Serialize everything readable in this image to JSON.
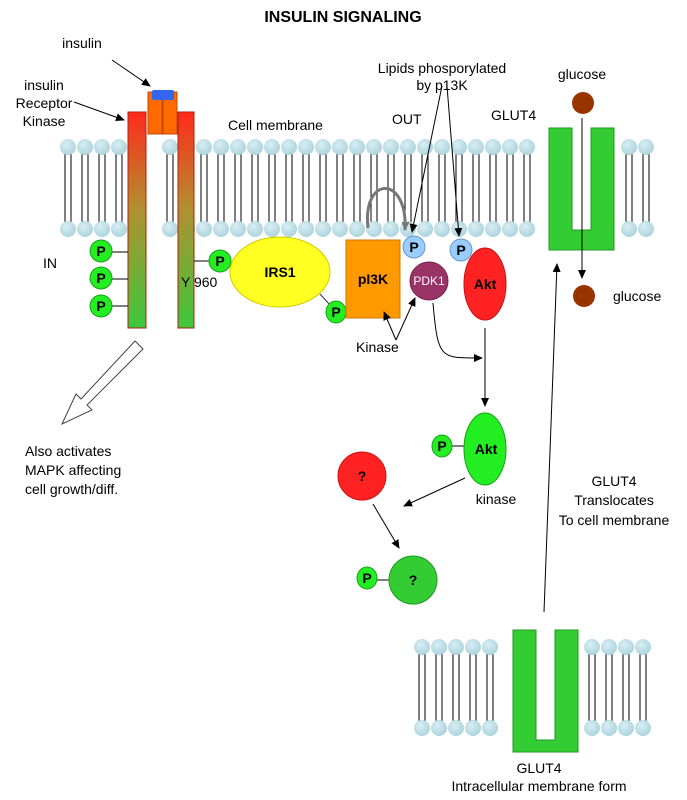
{
  "title": "INSULIN SIGNALING",
  "labels": {
    "insulin": "insulin",
    "receptor_line1": "insulin",
    "receptor_line2": "Receptor",
    "receptor_line3": "Kinase",
    "cell_membrane": "Cell membrane",
    "out": "OUT",
    "in": "IN",
    "lipids_line1": "Lipids phosporylated",
    "lipids_line2": "by p13K",
    "glut4_top": "GLUT4",
    "glucose_out": "glucose",
    "glucose_in": "glucose",
    "y960": "Y 960",
    "kinase_pi3k": "Kinase",
    "mapk_line1": "Also activates",
    "mapk_line2": "MAPK affecting",
    "mapk_line3": "cell growth/diff.",
    "akt_kinase": "kinase",
    "translocate_line1": "GLUT4",
    "translocate_line2": "Translocates",
    "translocate_line3": "To cell membrane",
    "glut4_bottom_line1": "GLUT4",
    "glut4_bottom_line2": "Intracellular membrane form"
  },
  "molecules": {
    "irs1": "IRS1",
    "pi3k": "pI3K",
    "pdk1": "PDK1",
    "akt": "Akt",
    "akt_active": "Akt",
    "unknown_inactive": "?",
    "unknown_active": "?",
    "phosphate": "P"
  },
  "colors": {
    "membrane_head": "#b9dde6",
    "receptor_top": "#ff2a1a",
    "receptor_bottom": "#3cc83c",
    "insulin": "#3366ee",
    "receptor_cap": "#ff6a00",
    "irs1": "#ffff22",
    "pi3k": "#ff9900",
    "pdk1": "#993366",
    "akt_inactive": "#ff2222",
    "akt_active": "#22ee22",
    "phosphate_green": "#22ee22",
    "phosphate_blue": "#99ccff",
    "glut4": "#33cc33",
    "glucose": "#993300"
  }
}
